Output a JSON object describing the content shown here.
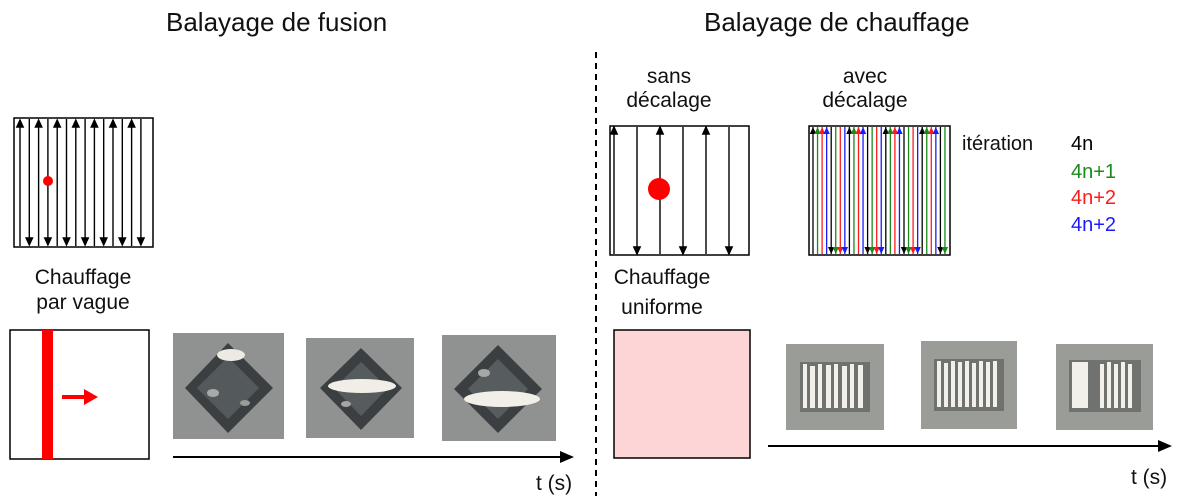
{
  "left_panel": {
    "title": "Balayage de fusion",
    "mode_label_line1": "Chauffage",
    "mode_label_line2": "par vague",
    "time_axis_label": "t (s)"
  },
  "right_panel": {
    "title": "Balayage de chauffage",
    "without_offset_line1": "sans",
    "without_offset_line2": "décalage",
    "with_offset_line1": "avec",
    "with_offset_line2": "décalage",
    "mode_label_line1": "Chauffage",
    "mode_label_line2": "uniforme",
    "time_axis_label": "t (s)"
  },
  "legend": {
    "title": "itération",
    "items": [
      {
        "label": "4n",
        "color": "#000000"
      },
      {
        "label": "4n+1",
        "color": "#1a8a1a"
      },
      {
        "label": "4n+2",
        "color": "#ff1a1a"
      },
      {
        "label": "4n+2",
        "color": "#1a1aff"
      }
    ]
  },
  "colors": {
    "laser_spot": "#ff0000",
    "heated_band": "#ff0000",
    "uniform_heat_fill": "#fdd5d7",
    "divider": "#000000"
  }
}
